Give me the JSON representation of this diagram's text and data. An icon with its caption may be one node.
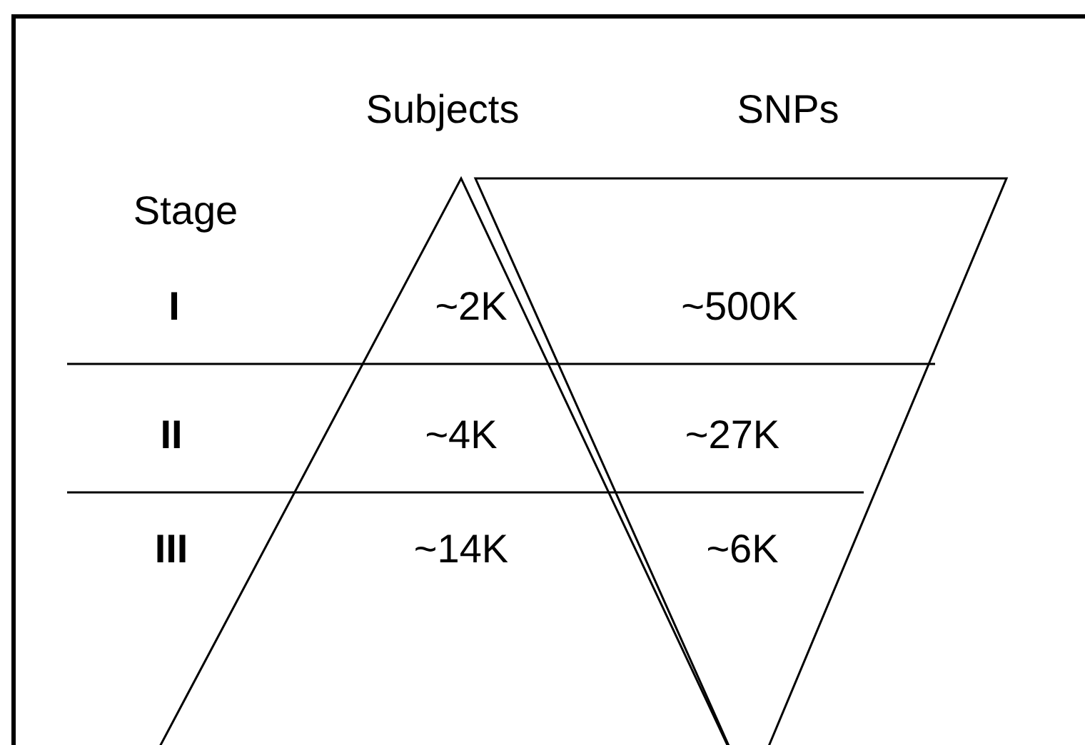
{
  "diagram": {
    "nodes": [
      {
        "text": [
          "Subjects",
          "~2K",
          "~4K",
          "~14K"
        ]
      },
      {
        "text": [
          "SNPs",
          "~500K",
          "~27K",
          "~6K"
        ]
      }
    ],
    "labels": [
      "Stage",
      "I",
      "II",
      "III"
    ]
  }
}
